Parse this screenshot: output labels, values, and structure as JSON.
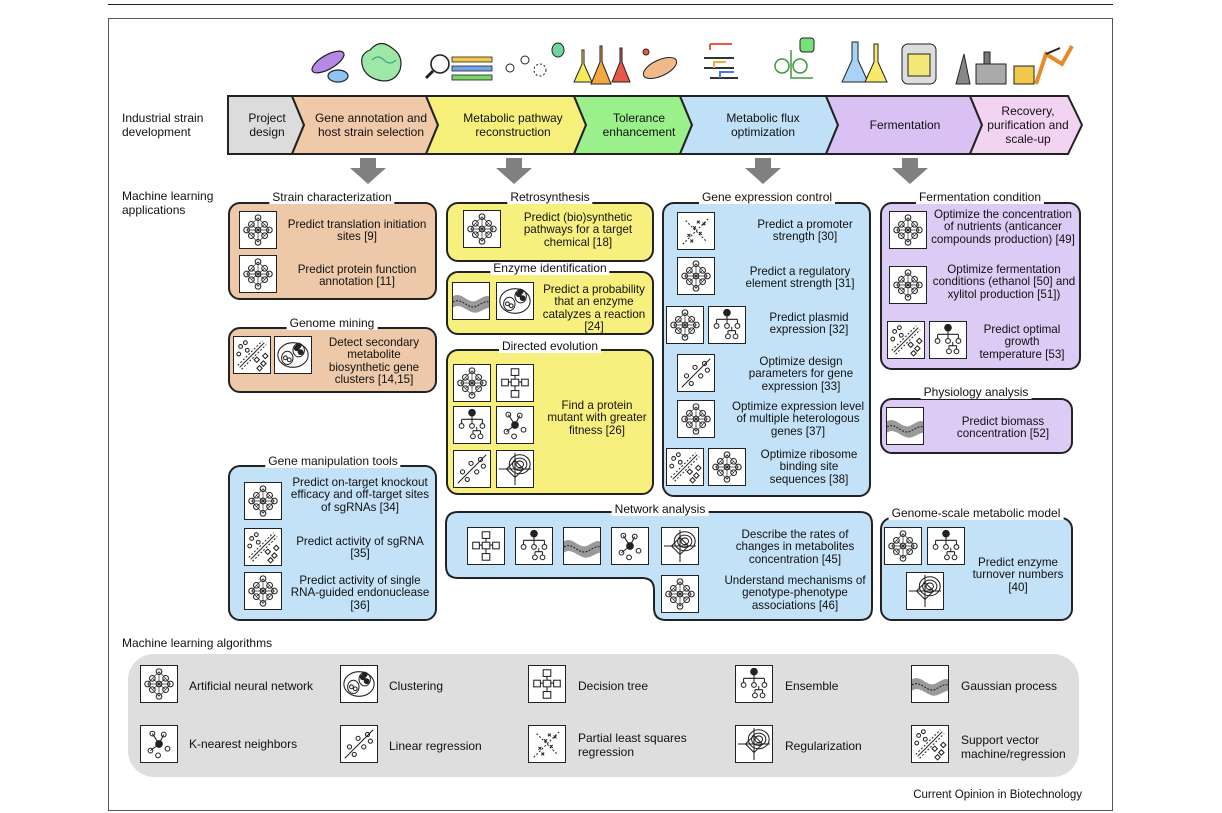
{
  "pipeline": {
    "row_label": "Industrial strain development",
    "steps": [
      {
        "label": "Project design",
        "color": "#dcdcdc"
      },
      {
        "label": "Gene annotation and host strain selection",
        "color": "#efc9a8"
      },
      {
        "label": "Metabolic pathway reconstruction",
        "color": "#f6f07a"
      },
      {
        "label": "Tolerance enhancement",
        "color": "#9af08a"
      },
      {
        "label": "Metabolic flux optimization",
        "color": "#bfe0f7"
      },
      {
        "label": "Fermentation",
        "color": "#d9c2f3"
      },
      {
        "label": "Recovery, purification and scale-up",
        "color": "#f3d3f2"
      }
    ]
  },
  "ml_apps_label": "Machine learning applications",
  "sections": {
    "strain": {
      "title": "Strain characterization",
      "items": [
        "Predict translation initiation sites [9]",
        "Predict protein function annotation [11]"
      ]
    },
    "genome": {
      "title": "Genome mining",
      "items": [
        "Detect secondary metabolite biosynthetic gene clusters [14,15]"
      ]
    },
    "gene_manip": {
      "title": "Gene manipulation tools",
      "items": [
        "Predict on-target knockout efficacy and off-target sites of sgRNAs [34]",
        "Predict activity of sgRNA [35]",
        "Predict activity of single RNA-guided endonuclease [36]"
      ]
    },
    "retro": {
      "title": "Retrosynthesis",
      "items": [
        "Predict (bio)synthetic pathways for a target chemical [18]"
      ]
    },
    "enzyme": {
      "title": "Enzyme identification",
      "items": [
        "Predict a probability that an enzyme catalyzes a reaction [24]"
      ]
    },
    "directed": {
      "title": "Directed evolution",
      "items": [
        "Find a protein mutant with greater fitness [26]"
      ]
    },
    "gene_expr": {
      "title": "Gene expression control",
      "items": [
        "Predict a promoter strength [30]",
        "Predict a regulatory element strength [31]",
        "Predict plasmid expression [32]",
        "Optimize design parameters for gene expression [33]",
        "Optimize expression level of multiple heterologous genes [37]",
        "Optimize ribosome binding site sequences [38]"
      ]
    },
    "network": {
      "title": "Network analysis",
      "items": [
        "Describe the rates of changes in metabolites concentration [45]",
        "Understand mechanisms of genotype-phenotype associations [46]"
      ]
    },
    "ferm_cond": {
      "title": "Fermentation condition",
      "items": [
        "Optimize the concentration of nutrients (anticancer compounds production) [49]",
        "Optimize fermentation conditions (ethanol [50] and xylitol production [51])",
        "Predict optimal growth temperature [53]"
      ]
    },
    "physio": {
      "title": "Physiology analysis",
      "items": [
        "Predict biomass concentration [52]"
      ]
    },
    "gsmm": {
      "title": "Genome-scale metabolic model",
      "items": [
        "Predict enzyme turnover numbers [40]"
      ]
    }
  },
  "legend": {
    "title": "Machine learning algorithms",
    "items": [
      {
        "icon": "ann",
        "label": "Artificial neural network"
      },
      {
        "icon": "cluster",
        "label": "Clustering"
      },
      {
        "icon": "dtree",
        "label": "Decision tree"
      },
      {
        "icon": "ensemble",
        "label": "Ensemble"
      },
      {
        "icon": "gp",
        "label": "Gaussian process"
      },
      {
        "icon": "knn",
        "label": "K-nearest neighbors"
      },
      {
        "icon": "linreg",
        "label": "Linear regression"
      },
      {
        "icon": "pls",
        "label": "Partial least squares regression"
      },
      {
        "icon": "reg",
        "label": "Regularization"
      },
      {
        "icon": "svm",
        "label": "Support vector machine/regression"
      }
    ]
  },
  "credit": "Current Opinion in Biotechnology",
  "colors": {
    "brown": "#edc9a9",
    "yellow": "#f8f07e",
    "blue": "#c4e2f7",
    "purple": "#dccbf5",
    "legend_bg": "#dedede",
    "arrow": "#808080"
  }
}
